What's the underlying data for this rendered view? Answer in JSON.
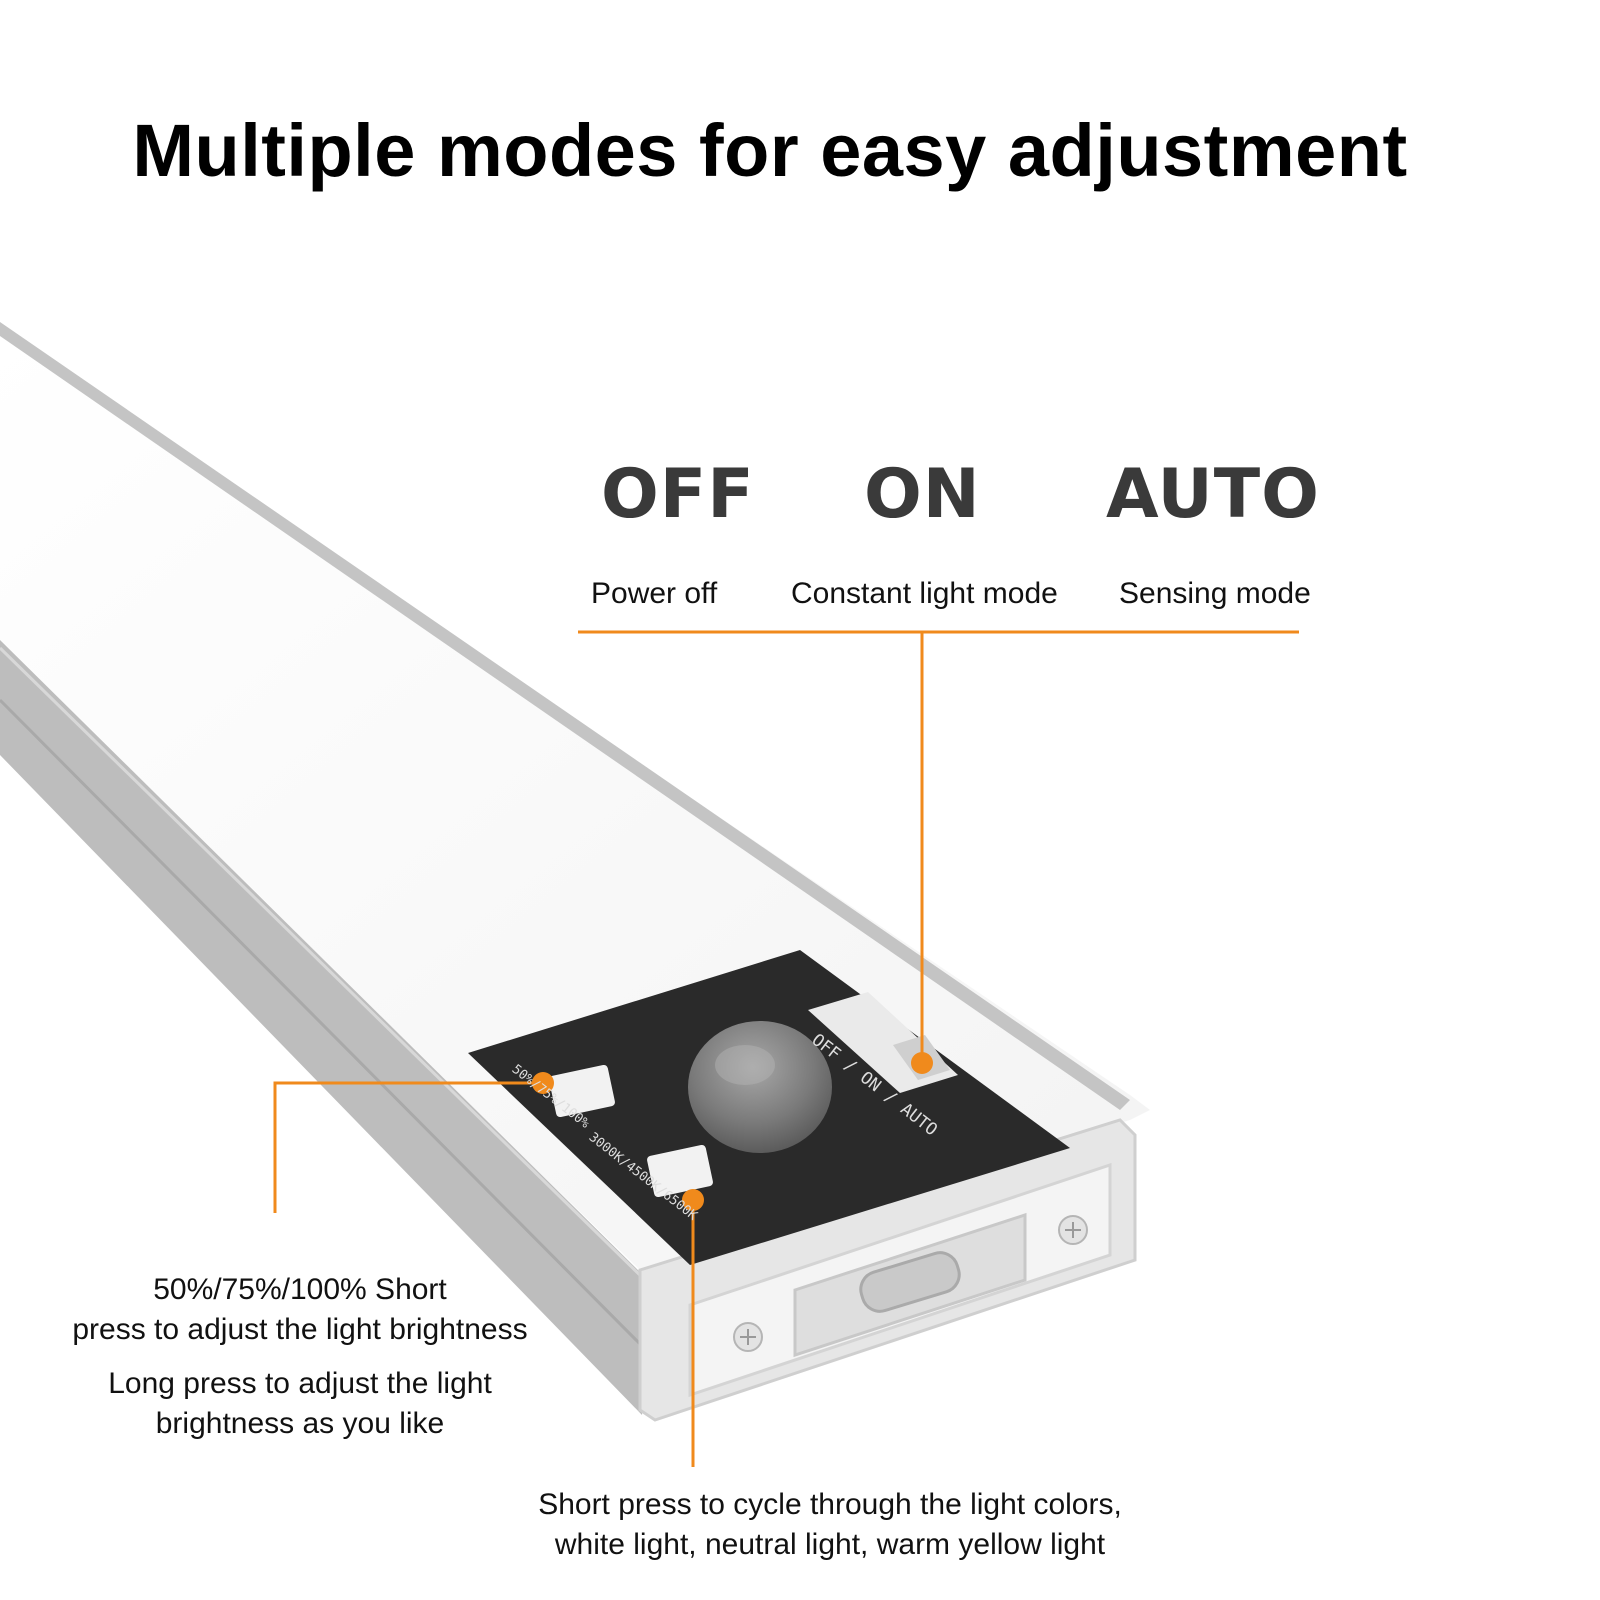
{
  "title": "Multiple modes for easy adjustment",
  "modes": [
    {
      "name": "OFF",
      "description": "Power off"
    },
    {
      "name": "ON",
      "description": "Constant light mode"
    },
    {
      "name": "AUTO",
      "description": "Sensing mode"
    }
  ],
  "brightness_note": {
    "line1": "50%/75%/100% Short",
    "line2": "press to adjust the light brightness",
    "line3": "Long press to adjust the light",
    "line4": "brightness as you like"
  },
  "color_note": {
    "line1": "Short press to cycle through the light colors,",
    "line2": "white light, neutral light, warm yellow light"
  },
  "device_labels": {
    "switch": "OFF / ON / AUTO",
    "brightness_button": "50%/75%/100%",
    "color_button": "3000K/4500K/6500K"
  },
  "colors": {
    "accent": "#f08a1c",
    "panel": "#2a2a2a",
    "aluminum": "#b9b9b9"
  }
}
